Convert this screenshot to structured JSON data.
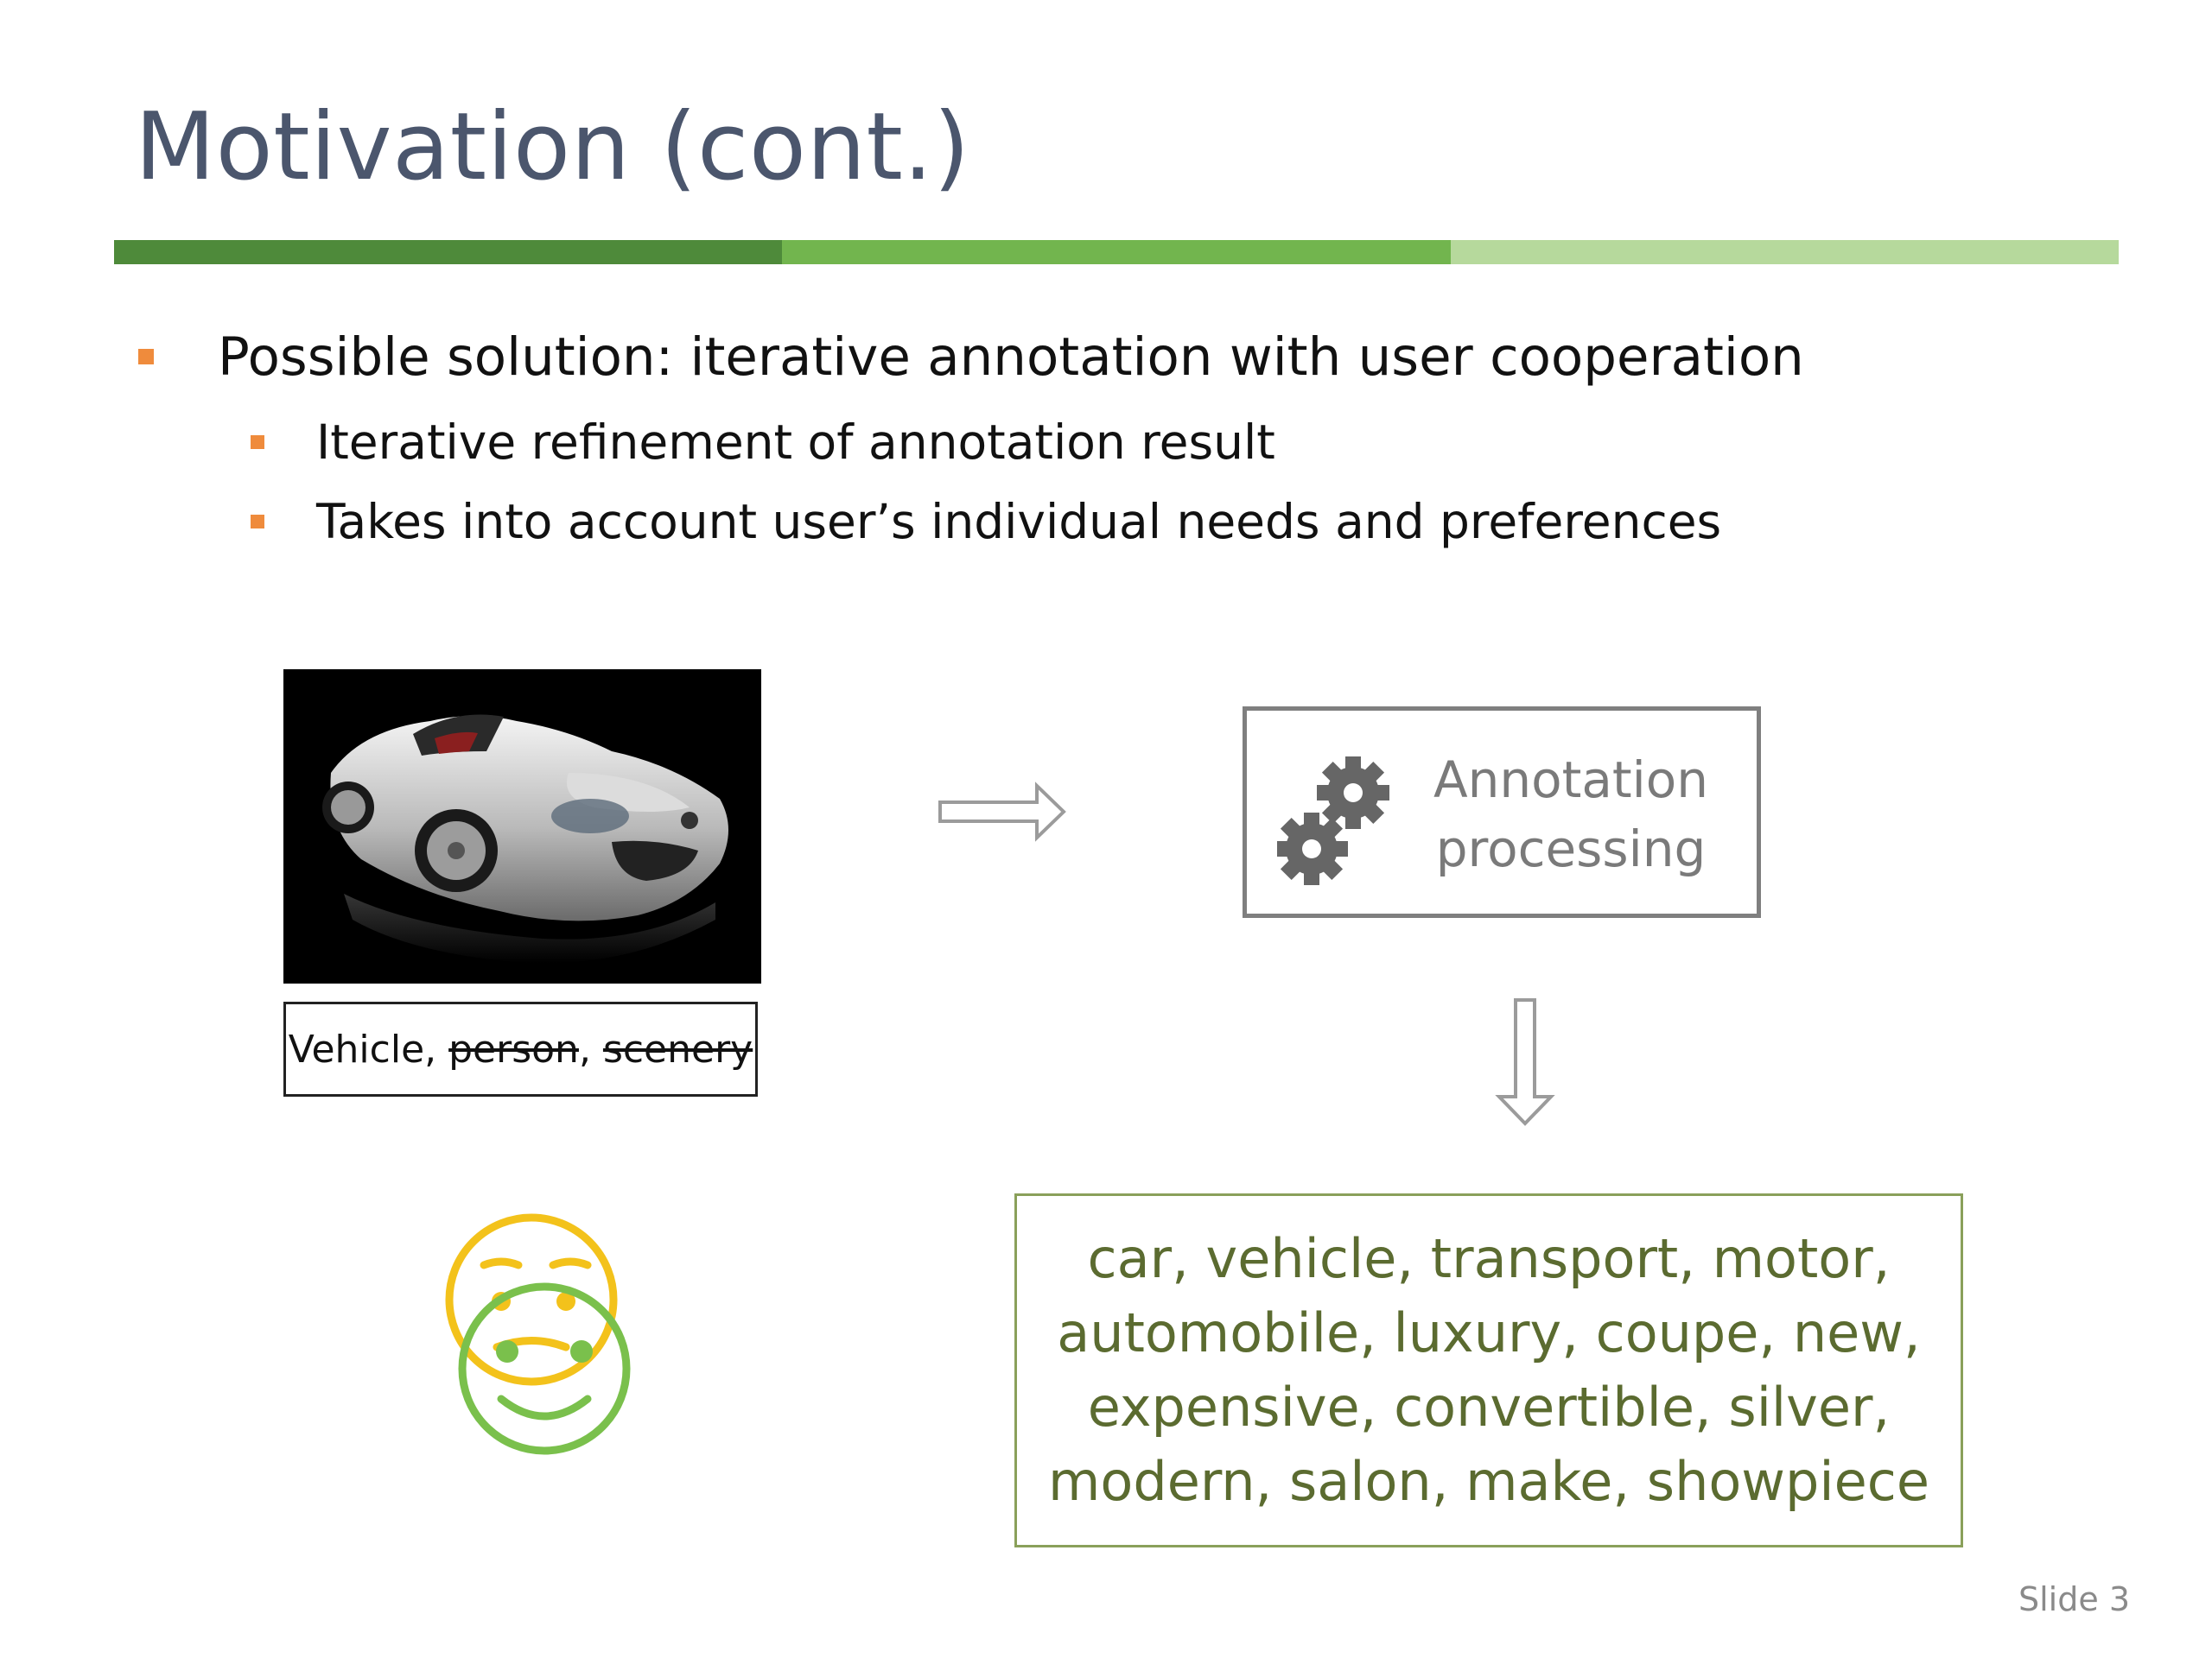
{
  "slide": {
    "title": "Motivation (cont.)",
    "number_label": "Slide 3"
  },
  "colors": {
    "title": "#4b566d",
    "bar_dark": "#4e8a3a",
    "bar_mid": "#72b54e",
    "bar_light": "#b6d99c",
    "bullet": "#ef8b3c",
    "result_text": "#5b6b30",
    "smiley_yellow": "#f3c21b",
    "smiley_green": "#7ac04c"
  },
  "bullets": [
    {
      "text": "Possible solution: iterative annotation with user cooperation",
      "level": 1
    },
    {
      "text": "Iterative refinement of annotation result",
      "level": 2
    },
    {
      "text": "Takes into account user’s individual needs and preferences",
      "level": 2
    }
  ],
  "diagram": {
    "image_icon": "silver-convertible-car-photo",
    "tags": {
      "kept": "Vehicle",
      "struck": [
        "person",
        "scenery"
      ]
    },
    "process_label_line1": "Annotation",
    "process_label_line2": "processing",
    "process_icon": "gears-icon",
    "result_lines": [
      "car, vehicle, transport, motor,",
      "automobile, luxury, coupe, new,",
      "expensive, convertible, silver,",
      "modern, salon, make, showpiece"
    ],
    "feedback_icon": "sad-to-happy-smiley-icon"
  }
}
